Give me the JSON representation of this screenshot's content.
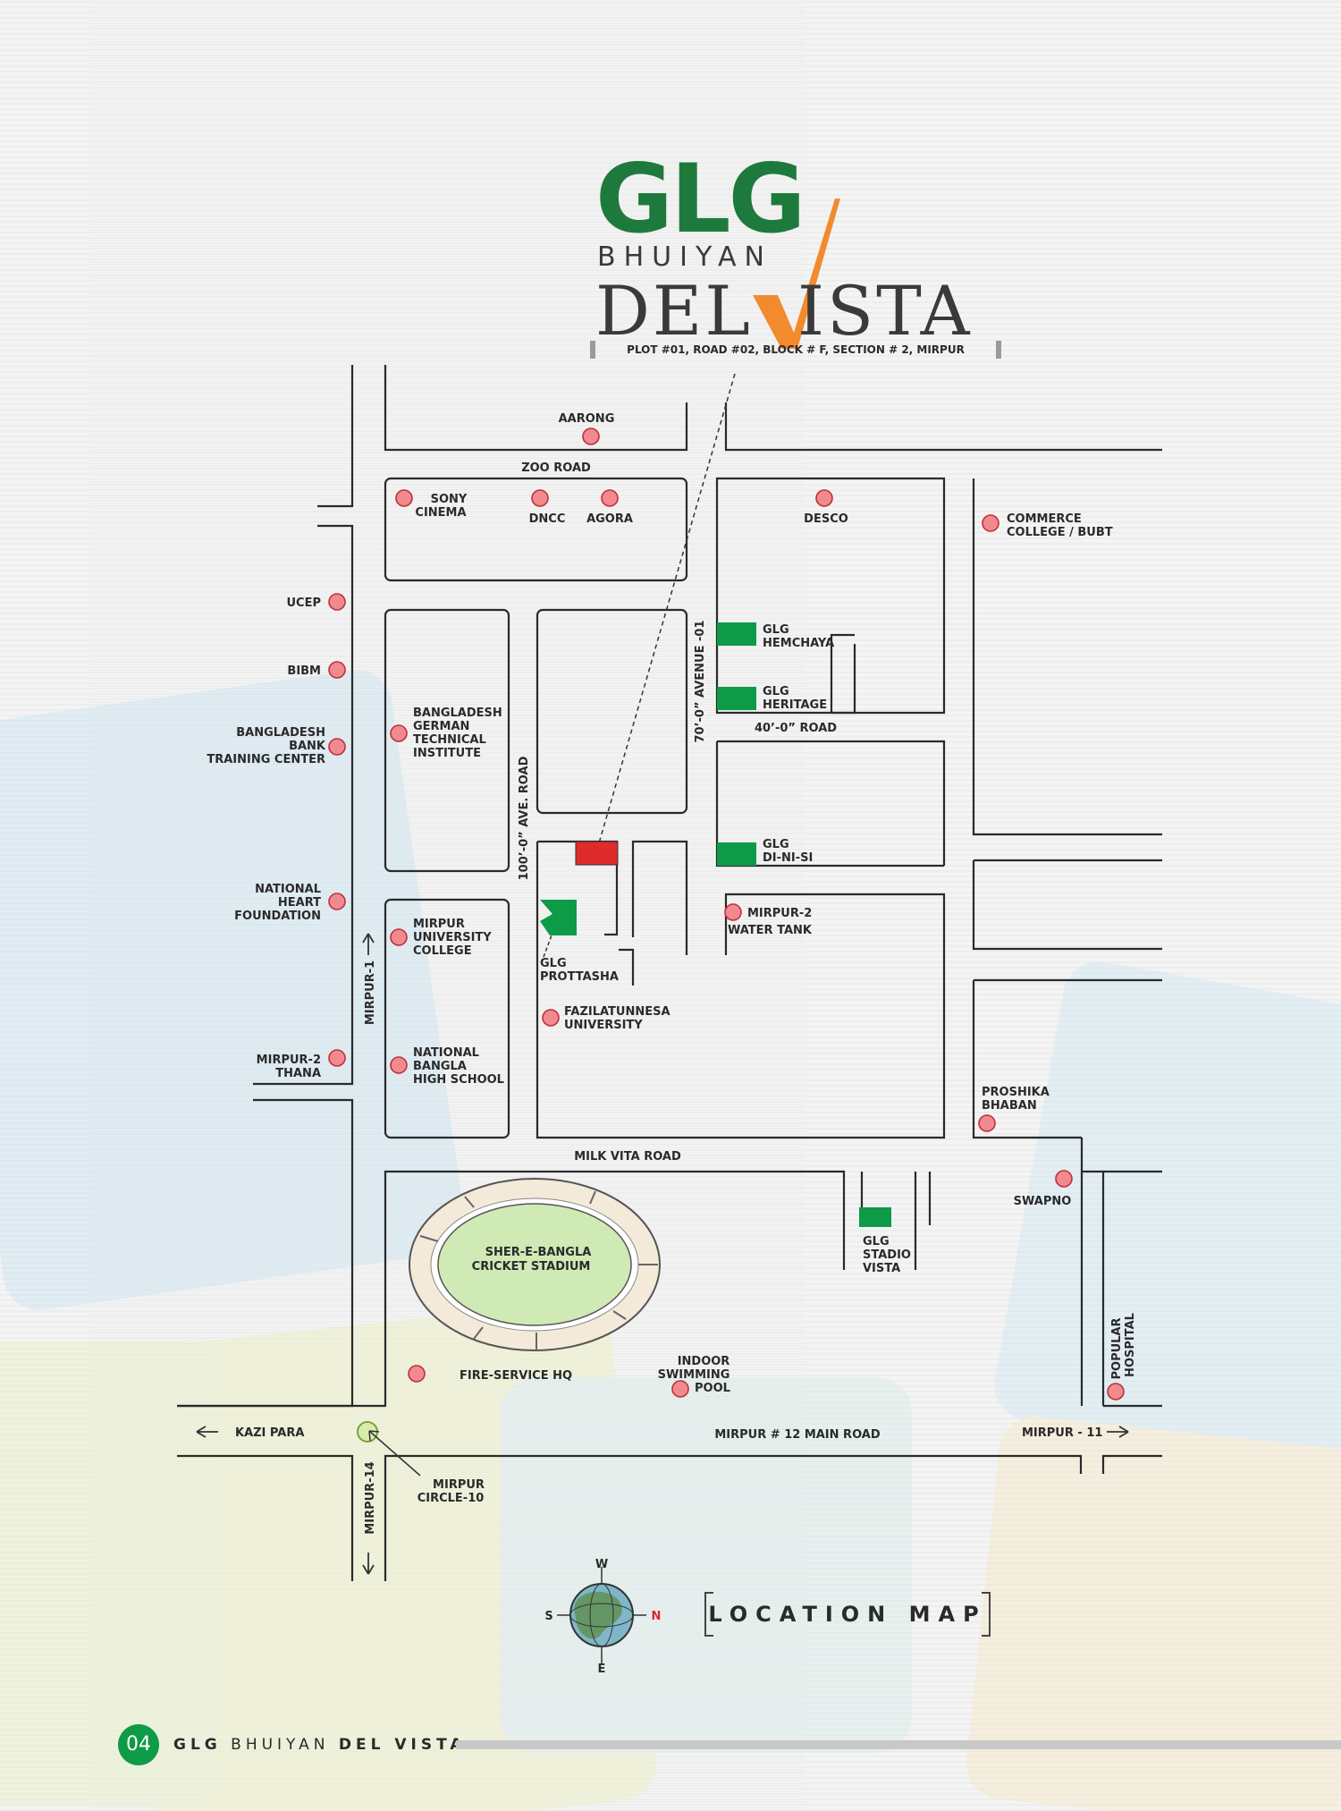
{
  "header": {
    "brand": "GLG",
    "sub_brand": "BHUIYAN",
    "project_word1": "DEL",
    "project_word2": "ISTA",
    "address": "PLOT #01, ROAD #02, BLOCK # F, SECTION # 2, MIRPUR"
  },
  "colors": {
    "brand_green": "#0d9b47",
    "logo_green": "#1e7a3c",
    "accent_orange": "#f28a2e",
    "project_marker": "#e02b2b",
    "poi_fill": "#f08a8f"
  },
  "map": {
    "roads": {
      "zoo_road": "ZOO ROAD",
      "road_40": "40’-0” ROAD",
      "avenue_70": "70’-0” AVENUE -01",
      "ave_100": "100’-0” AVE. ROAD",
      "milk_vita": "MILK VITA ROAD",
      "mirpur12_main": "MIRPUR # 12 MAIN ROAD",
      "mirpur1": "MIRPUR-1",
      "mirpur14": "MIRPUR-14",
      "kazi_para": "KAZI PARA",
      "mirpur11": "MIRPUR - 11"
    },
    "places": {
      "aarong": "AARONG",
      "sony_1": "SONY",
      "sony_2": "CINEMA",
      "dncc": "DNCC",
      "agora": "AGORA",
      "desco": "DESCO",
      "commerce_1": "COMMERCE",
      "commerce_2": "COLLEGE / BUBT",
      "ucep": "UCEP",
      "bibm": "BIBM",
      "bbtc_1": "BANGLADESH",
      "bbtc_2": "BANK",
      "bbtc_3": "TRAINING CENTER",
      "bgti_1": "BANGLADESH",
      "bgti_2": "GERMAN",
      "bgti_3": "TECHNICAL",
      "bgti_4": "INSTITUTE",
      "nhf_1": "NATIONAL",
      "nhf_2": "HEART",
      "nhf_3": "FOUNDATION",
      "muc_1": "MIRPUR",
      "muc_2": "UNIVERSITY",
      "muc_3": "COLLEGE",
      "thana_1": "MIRPUR-2",
      "thana_2": "THANA",
      "nbhs_1": "NATIONAL",
      "nbhs_2": "BANGLA",
      "nbhs_3": "HIGH SCHOOL",
      "fzu_1": "FAZILATUNNESA",
      "fzu_2": "UNIVERSITY",
      "tank_1": "MIRPUR-2",
      "tank_2": "WATER TANK",
      "proshika_1": "PROSHIKA",
      "proshika_2": "BHABAN",
      "swapno": "SWAPNO",
      "stadium_1": "SHER-E-BANGLA",
      "stadium_2": "CRICKET STADIUM",
      "fire": "FIRE-SERVICE HQ",
      "pool_1": "INDOOR",
      "pool_2": "SWIMMING",
      "pool_3": "POOL",
      "popular_1": "POPULAR",
      "popular_2": "HOSPITAL",
      "circle_1": "MIRPUR",
      "circle_2": "CIRCLE-10"
    },
    "glg_projects": {
      "hemchaya_1": "GLG",
      "hemchaya_2": "HEMCHAYA",
      "heritage_1": "GLG",
      "heritage_2": "HERITAGE",
      "dinisi_1": "GLG",
      "dinisi_2": "DI-NI-SI",
      "prottasha_1": "GLG",
      "prottasha_2": "PROTTASHA",
      "stadio_1": "GLG",
      "stadio_2": "STADIO",
      "stadio_3": "VISTA"
    },
    "compass": {
      "top": "W",
      "left": "S",
      "right": "N",
      "bottom": "E"
    }
  },
  "title": "LOCATION MAP",
  "footer": {
    "page_number": "04",
    "brand": "GLG",
    "sub_brand": "BHUIYAN",
    "project": "DEL VISTA"
  }
}
